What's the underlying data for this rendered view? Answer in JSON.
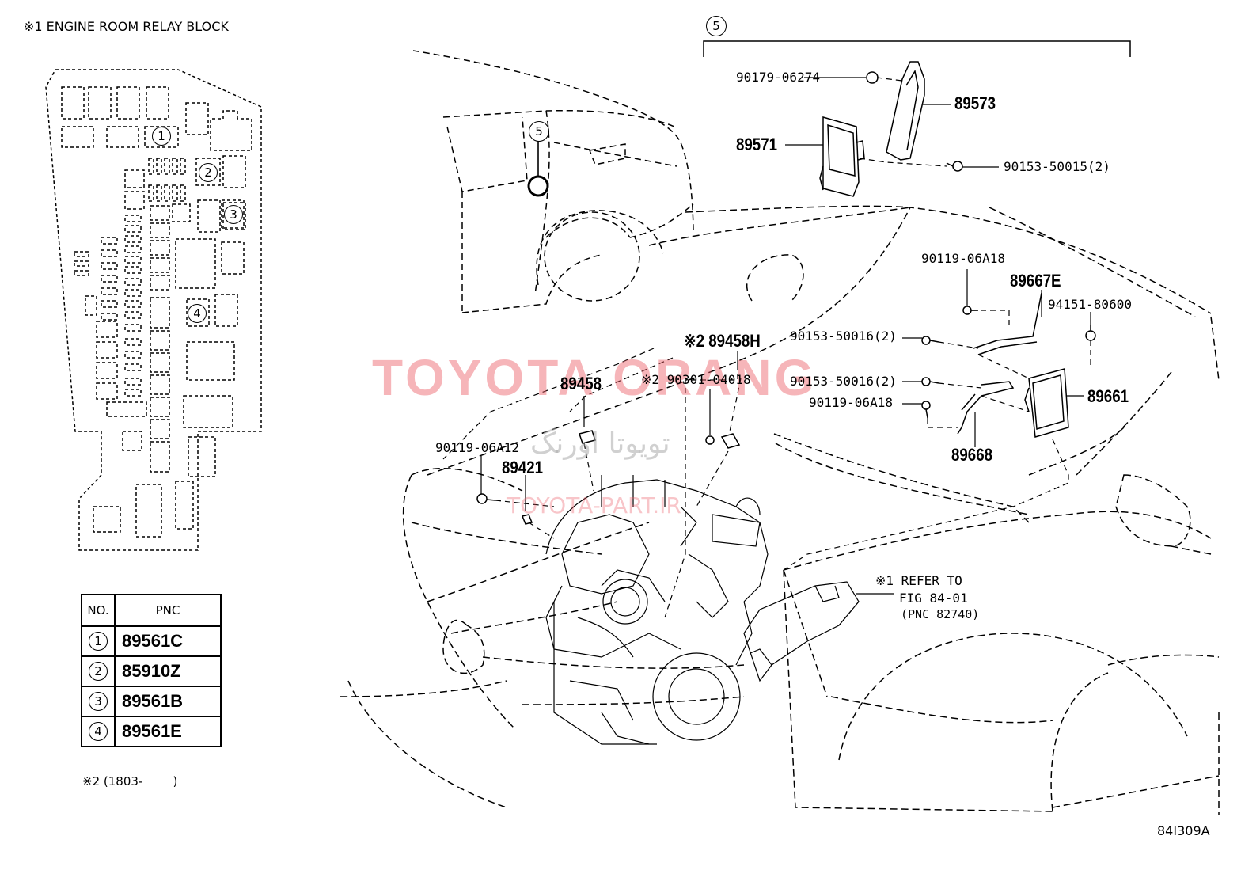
{
  "relay_block": {
    "title": "※1 ENGINE ROOM RELAY BLOCK",
    "slot_labels": [
      "1",
      "2",
      "3",
      "4"
    ]
  },
  "table": {
    "col_no": "NO.",
    "col_pnc": "PNC",
    "rows": [
      {
        "no": "1",
        "pnc": "89561C"
      },
      {
        "no": "2",
        "pnc": "85910Z"
      },
      {
        "no": "3",
        "pnc": "89561B"
      },
      {
        "no": "4",
        "pnc": "89561E"
      }
    ]
  },
  "note": "※2 (1803-        )",
  "bracket_label": "5",
  "car_marker": "5",
  "parts": {
    "p90179_06274": "90179-06274",
    "p89573": "89573",
    "p89571": "89571",
    "p90153_50015": "90153-50015(2)",
    "p90119_06A18_top": "90119-06A18",
    "p89667E": "89667E",
    "p94151_80600": "94151-80600",
    "p90153_50016_a": "90153-50016(2)",
    "p90153_50016_b": "90153-50016(2)",
    "p90119_06A18_mid": "90119-06A18",
    "p89661": "89661",
    "p89668": "89668",
    "p89458H": "※2 89458H",
    "p90301_04018": "※2 90301-04018",
    "p89458": "89458",
    "p90119_06A12": "90119-06A12",
    "p89421": "89421"
  },
  "refer": {
    "line1": "※1 REFER TO",
    "line2": "FIG 84-01",
    "line3": "(PNC 82740)"
  },
  "figure_code": "84I309A",
  "watermark": {
    "brand": "TOYOTA ORANG",
    "arabic": "تویوتا اورنگ",
    "site": "TOYOTA-PART.IR"
  }
}
